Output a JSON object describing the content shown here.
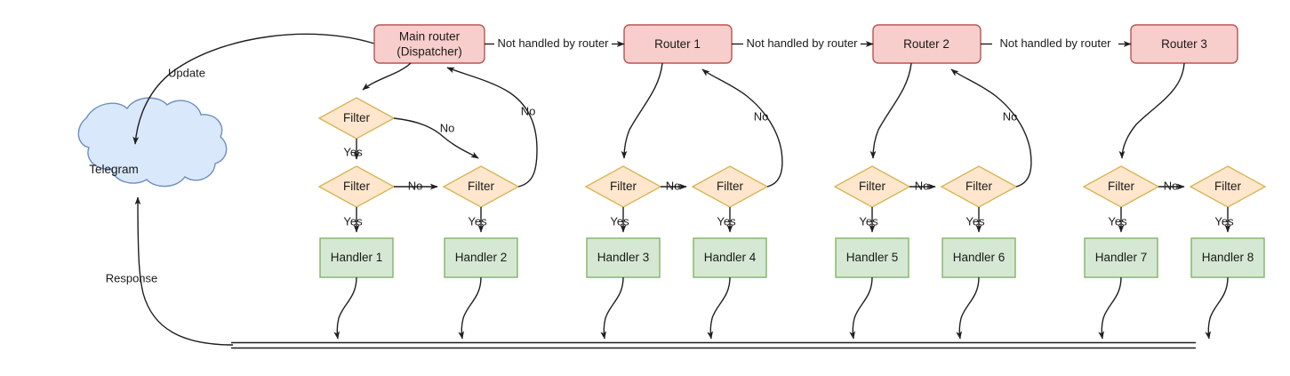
{
  "diagram": {
    "title": "Telegram bot update routing flow",
    "colors": {
      "router_fill": "#f8cecc",
      "router_stroke": "#b85450",
      "filter_fill": "#ffe6cc",
      "filter_stroke": "#d6b656",
      "handler_fill": "#d5e8d4",
      "handler_stroke": "#82b366",
      "cloud_fill": "#dae8fc",
      "cloud_stroke": "#6c8ebf",
      "edge": "#1f1f1f",
      "text": "#1a1a1a",
      "background": "#ffffff"
    },
    "cloud": {
      "label": "Telegram"
    },
    "routers": [
      {
        "id": "main-router",
        "line1": "Main router",
        "line2": "(Dispatcher)"
      },
      {
        "id": "router-1",
        "line1": "Router 1",
        "line2": ""
      },
      {
        "id": "router-2",
        "line1": "Router 2",
        "line2": ""
      },
      {
        "id": "router-3",
        "line1": "Router 3",
        "line2": ""
      }
    ],
    "filters": [
      {
        "id": "filter-a",
        "label": "Filter"
      },
      {
        "id": "filter-1",
        "label": "Filter"
      },
      {
        "id": "filter-2",
        "label": "Filter"
      },
      {
        "id": "filter-3",
        "label": "Filter"
      },
      {
        "id": "filter-4",
        "label": "Filter"
      },
      {
        "id": "filter-5",
        "label": "Filter"
      },
      {
        "id": "filter-6",
        "label": "Filter"
      },
      {
        "id": "filter-7",
        "label": "Filter"
      },
      {
        "id": "filter-8",
        "label": "Filter"
      }
    ],
    "handlers": [
      {
        "id": "handler-1",
        "label": "Handler 1"
      },
      {
        "id": "handler-2",
        "label": "Handler 2"
      },
      {
        "id": "handler-3",
        "label": "Handler 3"
      },
      {
        "id": "handler-4",
        "label": "Handler 4"
      },
      {
        "id": "handler-5",
        "label": "Handler 5"
      },
      {
        "id": "handler-6",
        "label": "Handler 6"
      },
      {
        "id": "handler-7",
        "label": "Handler 7"
      },
      {
        "id": "handler-8",
        "label": "Handler 8"
      }
    ],
    "edge_labels": {
      "update": "Update",
      "response": "Response",
      "not_handled": "Not handled by router",
      "yes": "Yes",
      "no": "No"
    },
    "not_handled_labels": [
      "Not handled by router",
      "Not handled by router",
      "Not handled by router"
    ],
    "yes_labels": [
      "Yes",
      "Yes",
      "Yes",
      "Yes",
      "Yes",
      "Yes",
      "Yes",
      "Yes",
      "Yes"
    ],
    "no_labels": [
      "No",
      "No",
      "No",
      "No",
      "No",
      "No",
      "No",
      "No"
    ]
  }
}
